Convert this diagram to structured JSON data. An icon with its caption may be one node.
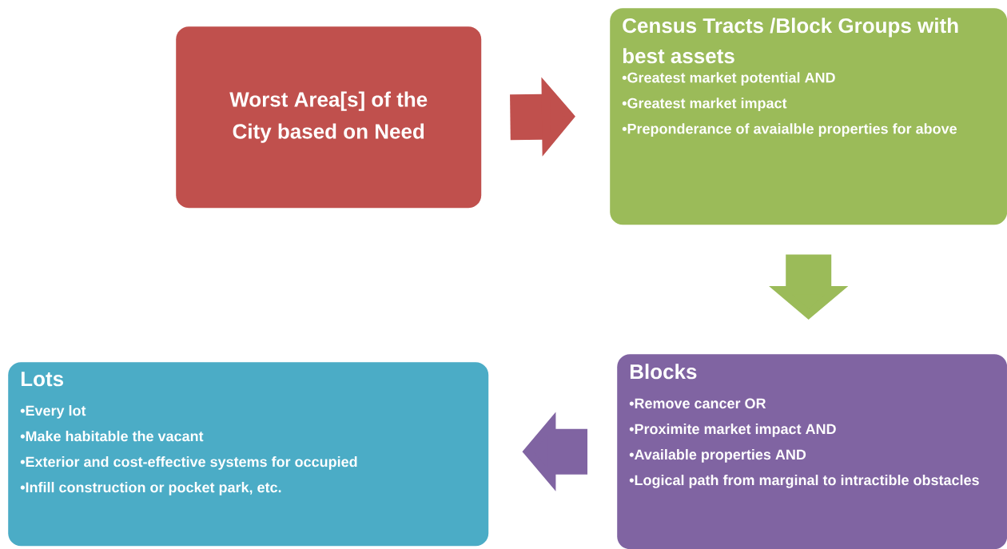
{
  "diagram": {
    "nodes": [
      {
        "text": [
          "Worst Area[s] of the City based on Need"
        ]
      },
      {
        "text": [
          "Census Tracts /Block Groups with best assets",
          "•Greatest market potential AND",
          "•Greatest market impact",
          "•Preponderance of avaialble properties for above"
        ]
      },
      {
        "text": [
          "Blocks",
          "•Remove cancer OR",
          "•Proximite market impact AND",
          "•Available properties AND",
          "•Logical path from marginal to intractible obstacles"
        ]
      },
      {
        "text": [
          "Lots",
          "•Every lot",
          "•Make habitable the vacant",
          "•Exterior and cost-effective systems for occupied",
          "•Infill construction or pocket park, etc."
        ]
      }
    ],
    "edges": [
      {
        "from": 0,
        "to": 1,
        "arrow": "to",
        "color": "#c0504d"
      },
      {
        "from": 1,
        "to": 2,
        "arrow": "to",
        "color": "#9bbb59"
      },
      {
        "from": 2,
        "to": 3,
        "arrow": "to",
        "color": "#8064a2"
      }
    ]
  }
}
